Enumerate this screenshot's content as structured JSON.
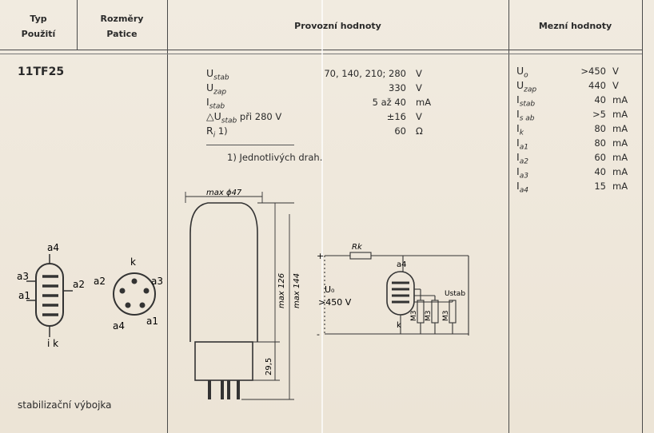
{
  "header": {
    "col1_line1": "Typ",
    "col1_line2": "Použití",
    "col2_line1": "Rozměry",
    "col2_line2": "Patice",
    "col3": "Provozní hodnoty",
    "col4": "Mezní hodnoty"
  },
  "tube": {
    "type": "11TF25",
    "usage": "stabilizační výbojka"
  },
  "operating": [
    {
      "sym": "U",
      "sub": "stab",
      "pre": "",
      "value": "70, 140, 210; 280",
      "unit": "V"
    },
    {
      "sym": "U",
      "sub": "zap",
      "pre": "",
      "value": "330",
      "unit": "V"
    },
    {
      "sym": "I",
      "sub": "stab",
      "pre": "",
      "value": "5 až 40",
      "unit": "mA"
    },
    {
      "sym": "U",
      "sub": "stab",
      "pre": "△",
      "post": " při 280 V",
      "value": "±16",
      "unit": "V"
    },
    {
      "sym": "R",
      "sub": "i",
      "pre": "",
      "post": " 1)",
      "value": "60",
      "unit": "Ω"
    }
  ],
  "footnote": "1) Jednotlivých drah.",
  "limits": [
    {
      "sym": "U",
      "sub": "o",
      "value": ">450",
      "unit": "V"
    },
    {
      "sym": "U",
      "sub": "zap",
      "value": "440",
      "unit": "V"
    },
    {
      "sym": "I",
      "sub": "stab",
      "value": "40",
      "unit": "mA"
    },
    {
      "sym": "I",
      "sub": "s ab",
      "value": ">5",
      "unit": "mA"
    },
    {
      "sym": "I",
      "sub": "k",
      "value": "80",
      "unit": "mA"
    },
    {
      "sym": "I",
      "sub": "a1",
      "value": "80",
      "unit": "mA"
    },
    {
      "sym": "I",
      "sub": "a2",
      "value": "60",
      "unit": "mA"
    },
    {
      "sym": "I",
      "sub": "a3",
      "value": "40",
      "unit": "mA"
    },
    {
      "sym": "I",
      "sub": "a4",
      "value": "15",
      "unit": "mA"
    }
  ],
  "dims": {
    "max_dia": "max ϕ47",
    "max_126": "max 126",
    "max_144": "max 144",
    "base": "29,5"
  },
  "schematic": {
    "pin_a4": "a4",
    "pin_a3": "a3",
    "pin_a2": "a2",
    "pin_a1": "a1",
    "pin_k": "i k",
    "base_k": "k",
    "base_a2": "a2",
    "base_a3": "a3",
    "base_a4": "a4",
    "base_a1": "a1"
  },
  "circuit": {
    "rk": "Rk",
    "ub": "U₀",
    "ub_val": ">450 V",
    "a4": "a4",
    "k": "k",
    "m3": "M3",
    "ustab": "Ustab",
    "plus": "+",
    "minus": "-"
  }
}
